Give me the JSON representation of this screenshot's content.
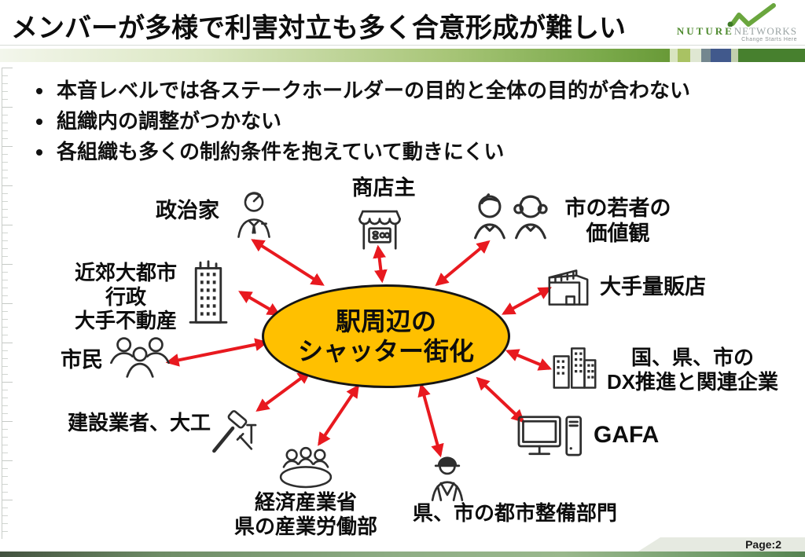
{
  "slide": {
    "title": "メンバーが多様で利害対立も多く合意形成が難しい",
    "page_label": "Page:2"
  },
  "logo": {
    "name_primary": "NUTURE",
    "name_secondary": "NETWORKS",
    "tagline": "Change Starts Here",
    "accent_color": "#5a9e33"
  },
  "bullets": [
    "本音レベルでは各ステークホールダーの目的と全体の目的が合わない",
    "組織内の調整がつかない",
    "各組織も多くの制約条件を抱えていて動きにくい"
  ],
  "diagram": {
    "center": {
      "label": "駅周辺の\nシャッター街化",
      "fill_color": "#FFC000",
      "border_color": "#151515"
    },
    "arrow_color": "#E8191F",
    "stakeholders": [
      {
        "label": "政治家",
        "icon": "politician-icon"
      },
      {
        "label": "商店主",
        "icon": "storefront-icon"
      },
      {
        "label": "市の若者の\n価値観",
        "icon": "youths-icon"
      },
      {
        "label": "大手量販店",
        "icon": "retail-store-icon"
      },
      {
        "label": "国、県、市の\nDX推進と関連企業",
        "icon": "city-buildings-icon"
      },
      {
        "label": "GAFA",
        "icon": "computer-icon"
      },
      {
        "label": "県、市の都市整備部門",
        "icon": "construction-worker-icon"
      },
      {
        "label": "経済産業省\n県の産業労働部",
        "icon": "meeting-icon"
      },
      {
        "label": "建設業者、大工",
        "icon": "hammer-nails-icon"
      },
      {
        "label": "市民",
        "icon": "citizens-icon"
      },
      {
        "label": "近郊大都市\n行政\n大手不動産",
        "icon": "office-building-icon"
      }
    ]
  }
}
